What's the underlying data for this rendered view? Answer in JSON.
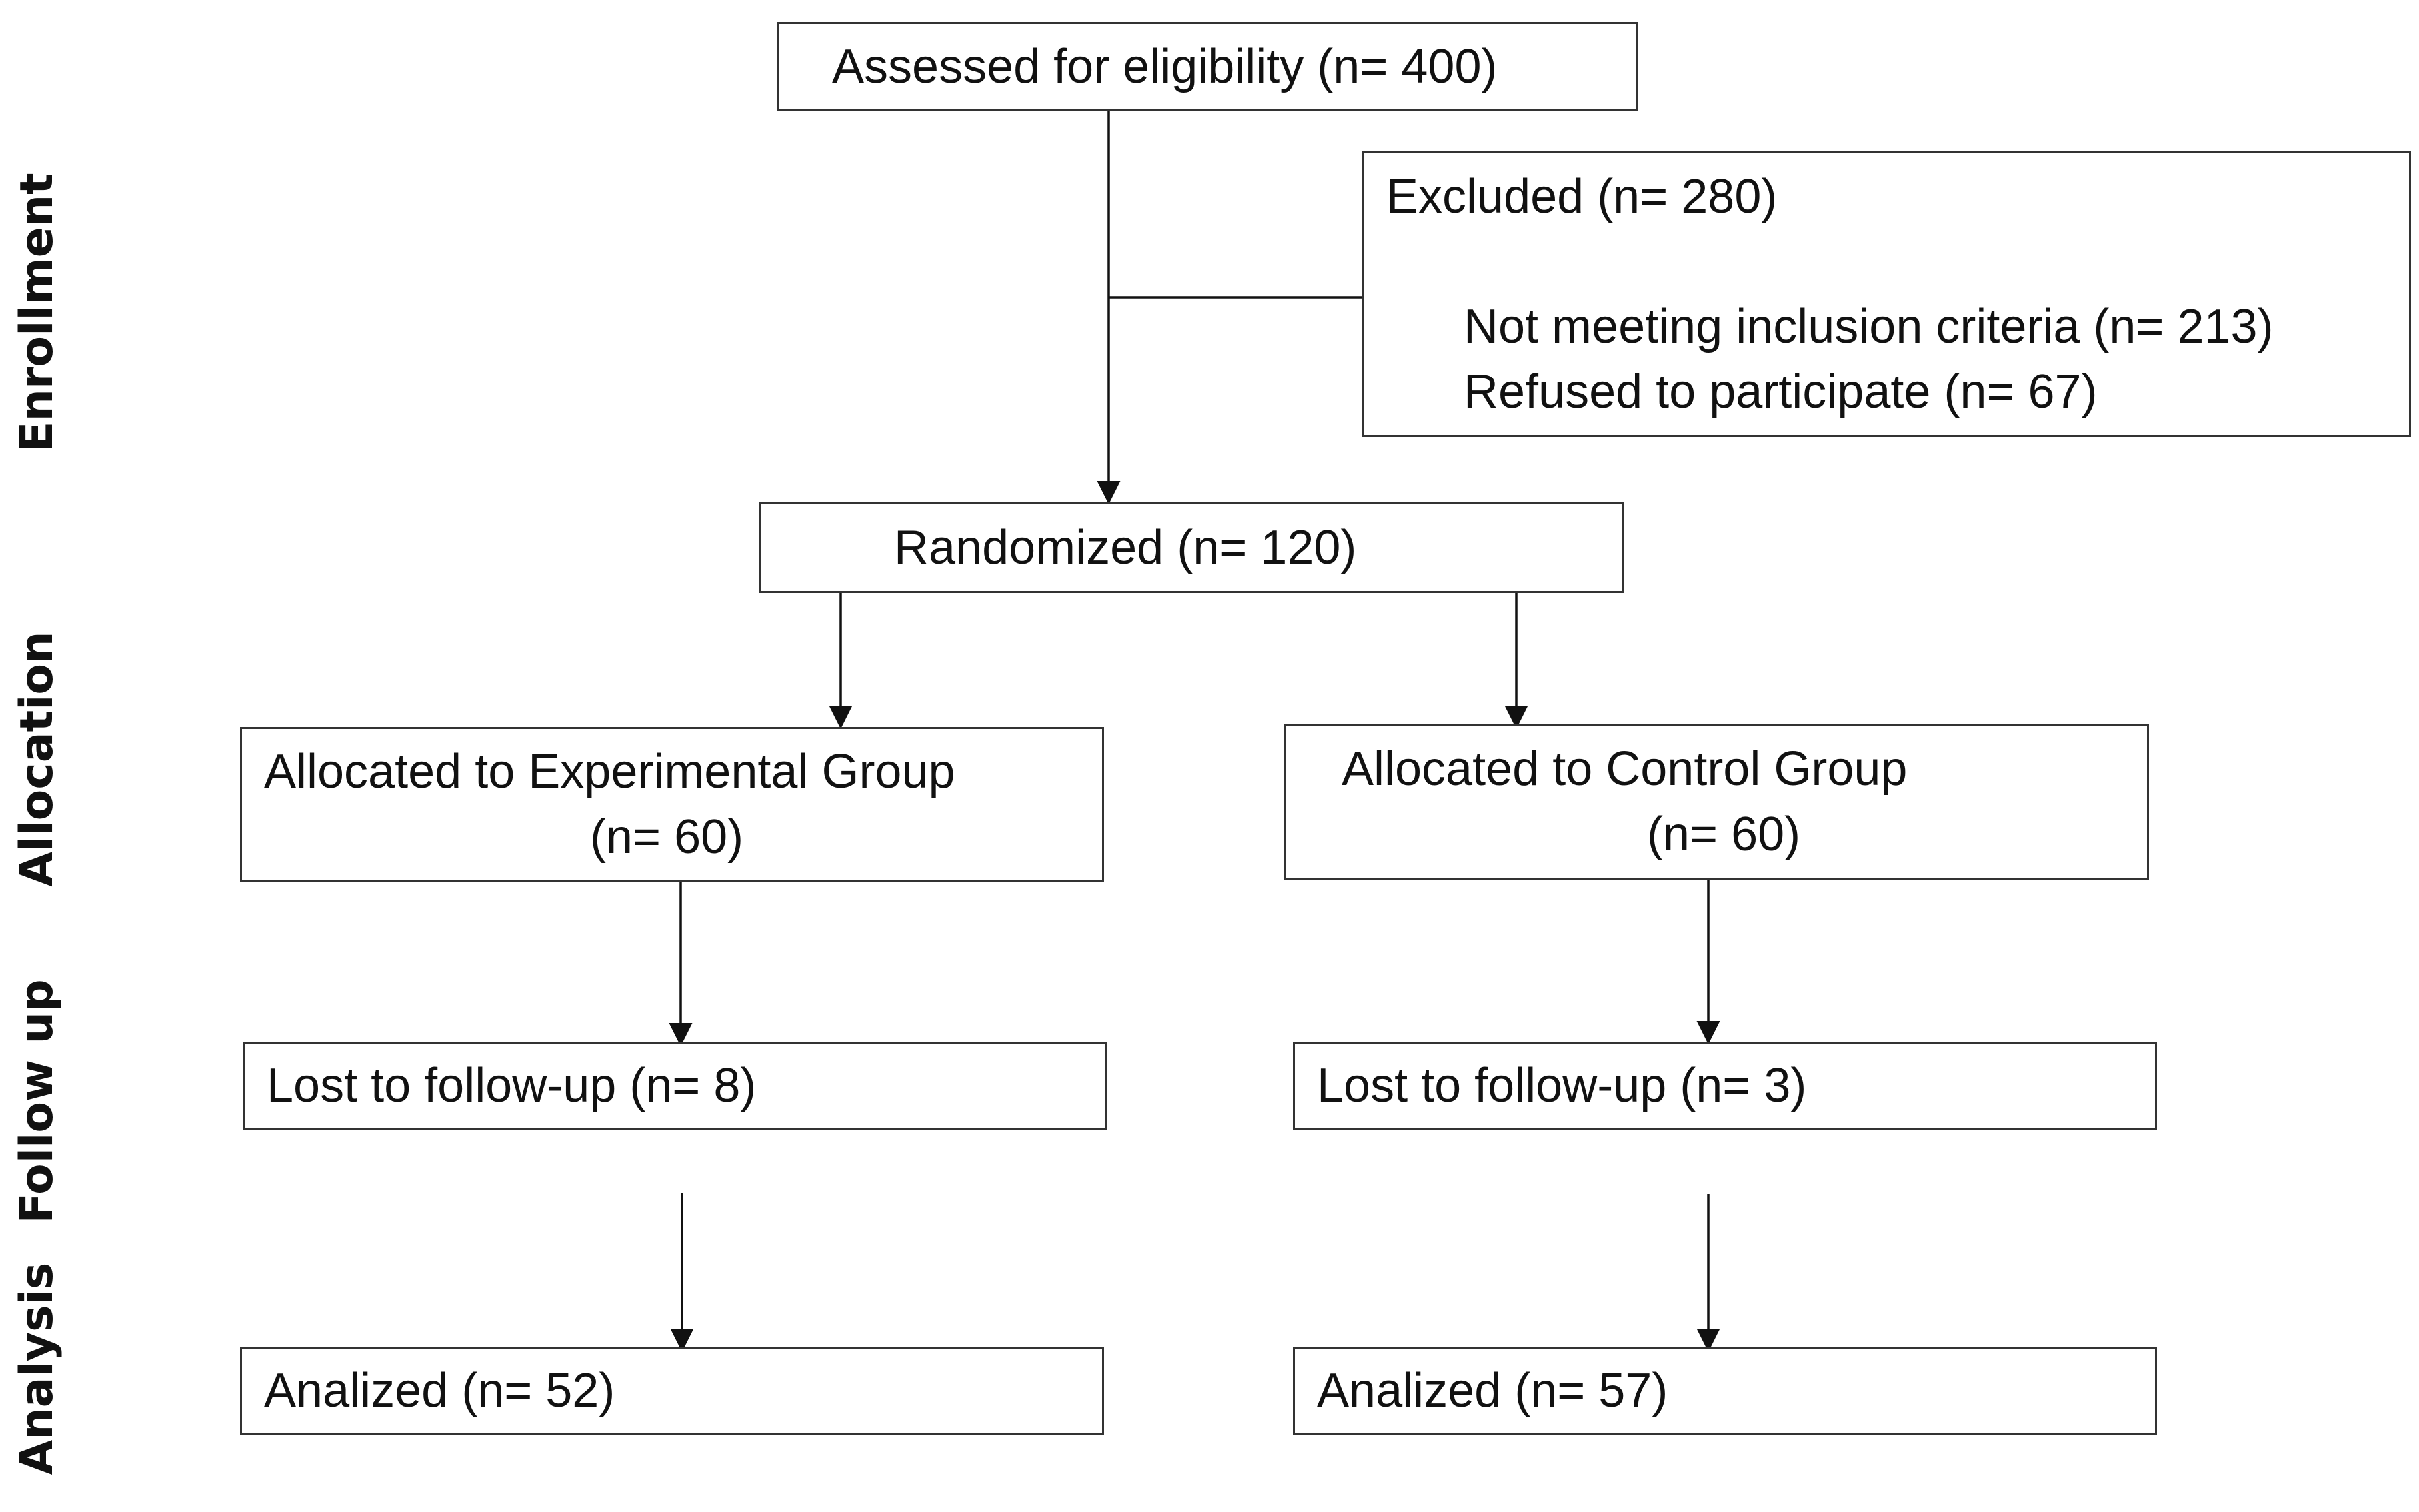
{
  "stages": {
    "enrollment": "Enrollment",
    "allocation": "Allocation",
    "follow_up": "Follow up",
    "analysis": "Analysis"
  },
  "boxes": {
    "assessed": "Assessed for eligibility  (n= 400)",
    "excluded": {
      "title": "Excluded (n= 280)",
      "reasons": [
        "Not meeting inclusion  criteria (n= 213)",
        "Refused to participate (n= 67)"
      ]
    },
    "randomized": "Randomized (n= 120)",
    "experimental": {
      "line1": "Allocated to Experimental Group",
      "line2": "(n= 60)"
    },
    "control": {
      "line1": "Allocated to Control Group",
      "line2": "(n= 60)"
    },
    "lost_experimental": "Lost  to follow-up  (n= 8)",
    "lost_control": "Lost  to follow-up  (n= 3)",
    "analyzed_experimental": "Analized (n= 52)",
    "analyzed_control": "Analized (n= 57)"
  }
}
